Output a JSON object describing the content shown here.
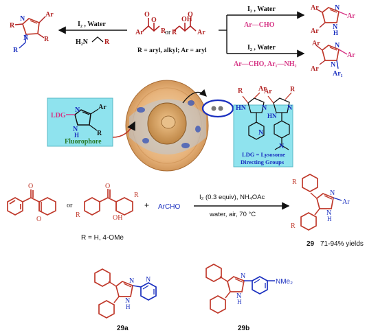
{
  "colors": {
    "ring": "#c0392b",
    "aryl_red": "#b22222",
    "blue": "#1a2fbf",
    "magenta": "#d63384",
    "cyan_box": "#8fe3ee",
    "dark": "#111111",
    "cell_outer": "#e7b37b",
    "cell_inner": "#b9c7d6",
    "nucleus": "#d9a15d"
  },
  "top_scheme": {
    "center": {
      "or": "or",
      "O": "O",
      "OH": "OH",
      "Ar": "Ar",
      "R": "R",
      "caption": "R = aryl, alkyl; Ar = aryl"
    },
    "left_arrow": {
      "label": "I₂ , Water",
      "reagent_N": "H₂N",
      "reagent_R": "R"
    },
    "left_product": {
      "Ar": "Ar",
      "R1": "R",
      "R2": "R",
      "R3": "R",
      "N1": "N",
      "N2": "N"
    },
    "right_top_arrow": {
      "label": "I₂ , Water",
      "reagent": "Ar—CHO"
    },
    "right_top_product": {
      "Ar1": "Ar",
      "Ar2": "Ar",
      "N1": "N",
      "NH": "N",
      "H": "H"
    },
    "right_bottom_arrow": {
      "label": "I₂ , Water",
      "reagent": "Ar—CHO,  Ar₁—NH₂"
    },
    "right_bottom_product": {
      "Ar1": "Ar",
      "Ar2": "Ar",
      "Ar3": "Ar",
      "N1": "N",
      "N2": "N",
      "sub": "Ar₁"
    }
  },
  "middle": {
    "fluorophore": {
      "LDG": "LDG",
      "Ar": "Ar",
      "R": "R",
      "N": "N",
      "NH": "N",
      "H": "H",
      "label": "Fluorophore"
    },
    "products": {
      "R1": "R",
      "Ar1": "Ar",
      "N1": "N",
      "HN1": "HN",
      "Ar2": "Ar",
      "R2": "R",
      "N2": "N",
      "HN2": "HN",
      "Npy": "N",
      "Nme": "N",
      "ldg_line1": "LDG = Lysosome",
      "ldg_line2": "Directing Groups"
    }
  },
  "bottom": {
    "or": "or",
    "reagent_O1": "O",
    "reagent_O2": "O",
    "reagent_O3": "O",
    "reagent_OH": "OH",
    "R_left": "R",
    "R_right": "R",
    "plus": "+",
    "archo": "ArCHO",
    "cond_top": "I₂ (0.3 equiv), NH₄OAc",
    "cond_bottom": "water, air, 70 °C",
    "caption": "R = H, 4-OMe",
    "product": {
      "R1": "R",
      "R2": "R",
      "N": "N",
      "Ar": "Ar",
      "NH": "N",
      "H": "H"
    },
    "product_label": "29",
    "yield": "71-94% yields",
    "p29a": {
      "label": "29a",
      "N1": "N",
      "NH": "N",
      "H": "H",
      "Npy": "N"
    },
    "p29b": {
      "label": "29b",
      "N1": "N",
      "NH": "N",
      "H": "H",
      "NMe2": "NMe₂"
    }
  }
}
